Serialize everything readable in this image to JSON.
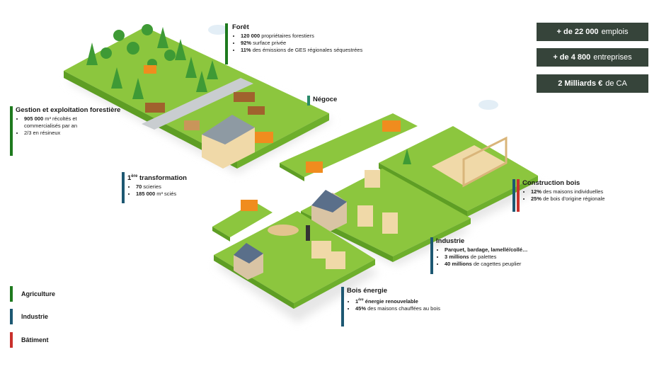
{
  "stats": [
    {
      "value": "+ de 22 000",
      "label": "emplois"
    },
    {
      "value": "+ de 4 800",
      "label": "entreprises"
    },
    {
      "value": "2 Milliards €",
      "label": "de CA"
    }
  ],
  "foret": {
    "title": "Forêt",
    "items": [
      {
        "bold": "120 000",
        "text": " propriétaires forestiers"
      },
      {
        "bold": "92%",
        "text": " surface privée"
      },
      {
        "bold": "11%",
        "text": " des émissions de GES régionales séquestrées"
      }
    ]
  },
  "gestion": {
    "title": "Gestion et exploitation forestière",
    "items": [
      {
        "bold": "905 000",
        "text": " m³ récoltés et commercialisés par an"
      },
      {
        "bold": "",
        "text": "2/3 en résineux"
      }
    ]
  },
  "negoce": {
    "title": "Négoce"
  },
  "transformation": {
    "title_sup": "ère",
    "title_pre": "1",
    "title_post": " transformation",
    "items": [
      {
        "bold": "70",
        "text": " scieries"
      },
      {
        "bold": "185 000",
        "text": " m³ sciés"
      }
    ]
  },
  "construction": {
    "title": "Construction bois",
    "items": [
      {
        "bold": "12%",
        "text": " des maisons individuelles"
      },
      {
        "bold": "25%",
        "text": " de bois d'origine régionale"
      }
    ]
  },
  "industrie": {
    "title": "Industrie",
    "items": [
      {
        "bold": "Parquet, bardage, lamellé/collé…",
        "text": ""
      },
      {
        "bold": "3 millions",
        "text": " de palettes"
      },
      {
        "bold": "40 millions",
        "text": " de cagettes peuplier"
      }
    ]
  },
  "energie": {
    "title": "Bois énergie",
    "item1_pre": "1",
    "item1_sup": "ère",
    "item1_post": " énergie renouvelable",
    "items": [
      {
        "bold": "45%",
        "text": " des maisons chauffées au bois"
      }
    ]
  },
  "legend": [
    {
      "label": "Agriculture",
      "color": "#1e7a1e"
    },
    {
      "label": "Industrie",
      "color": "#1d5872"
    },
    {
      "label": "Bâtiment",
      "color": "#c9302c"
    }
  ]
}
